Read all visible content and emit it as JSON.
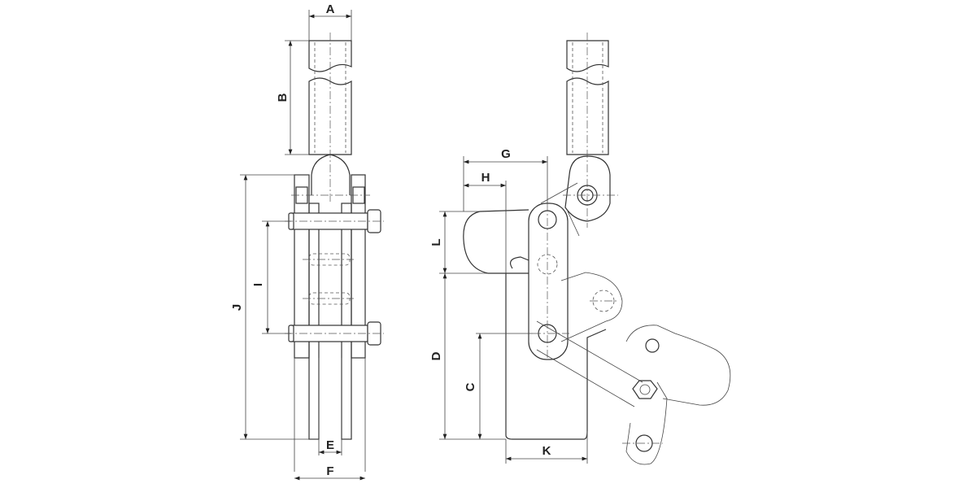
{
  "drawing": {
    "front_view_labels": {
      "A": "A",
      "B": "B",
      "J": "J",
      "I": "I",
      "E": "E",
      "F": "F"
    },
    "side_view_labels": {
      "G": "G",
      "H": "H",
      "L": "L",
      "D": "D",
      "C": "C",
      "K": "K"
    }
  }
}
